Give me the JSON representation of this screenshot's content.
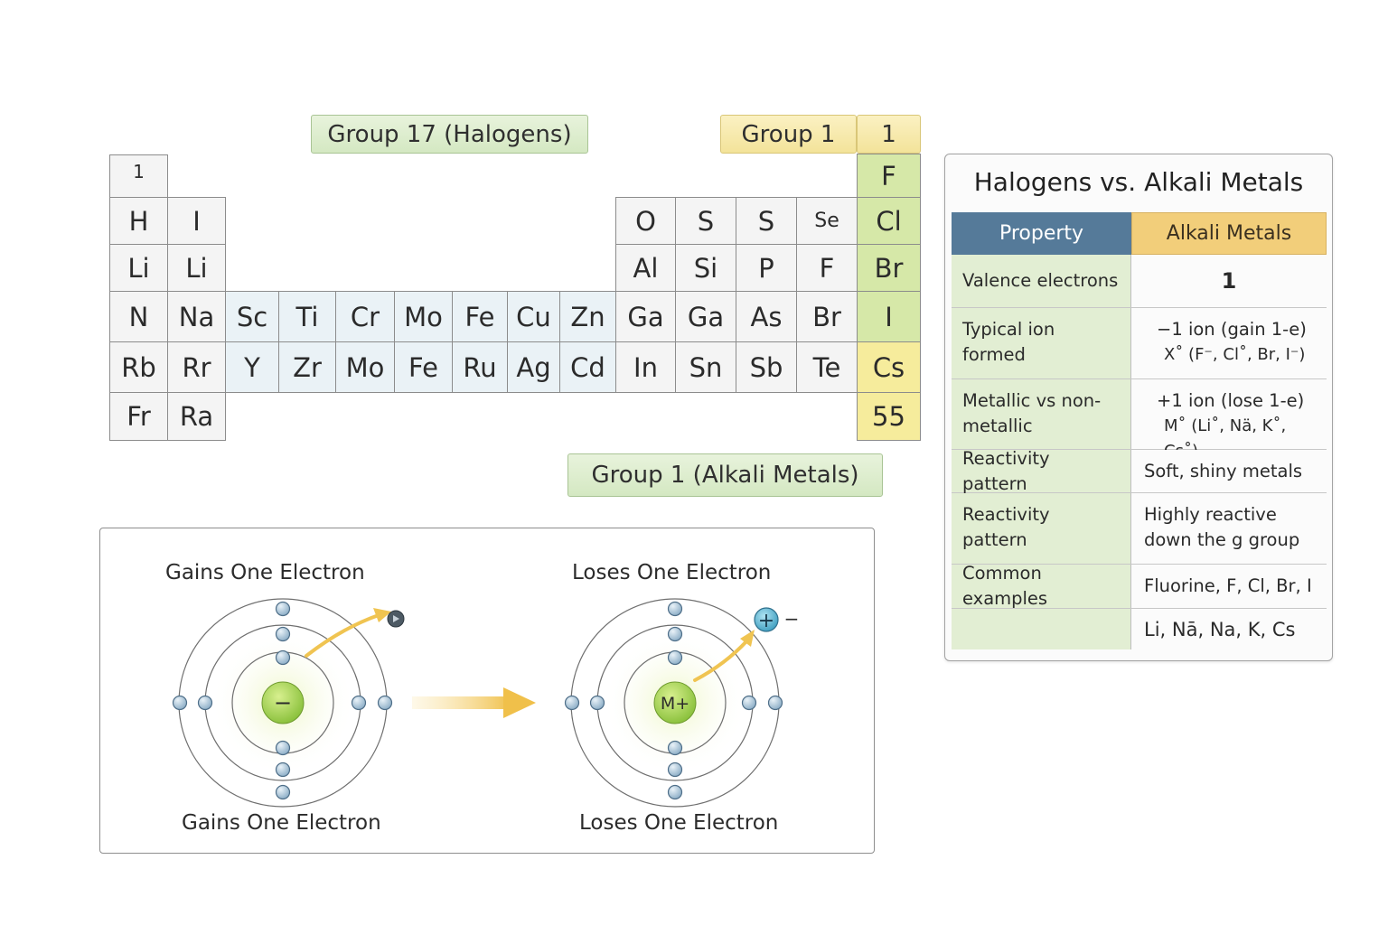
{
  "labels": {
    "group17": "Group 17 (Halogens)",
    "group1_top": "Group 1",
    "group1_top_num": "1",
    "group1_bottom": "Group 1 (Alkali Metals)"
  },
  "periodic_table": {
    "corner_number": "1",
    "left_block": [
      [
        "H",
        "I"
      ],
      [
        "Li",
        "Li"
      ],
      [
        "N",
        "Na"
      ],
      [
        "Rb",
        "Rr"
      ],
      [
        "Fr",
        "Ra"
      ]
    ],
    "transition_row_4": [
      "Sc",
      "Ti",
      "Cr",
      "Mo",
      "Fe",
      "Cu",
      "Zn"
    ],
    "transition_row_5": [
      "Y",
      "Zr",
      "Mo",
      "Fe",
      "Ru",
      "Ag",
      "Cd"
    ],
    "p_block": [
      [
        "O",
        "S",
        "S",
        "Se"
      ],
      [
        "Al",
        "Si",
        "P",
        "F"
      ],
      [
        "Ga",
        "Ga",
        "As",
        "Br"
      ],
      [
        "In",
        "Sn",
        "Sb",
        "Te"
      ]
    ],
    "right_column": [
      "F",
      "Cl",
      "Br",
      "I",
      "Cs",
      "55"
    ],
    "colors": {
      "halogen": "#d6e8a8",
      "alkali": "#f6ec9c",
      "transition": "#eaf2f6",
      "default": "#f4f4f4"
    }
  },
  "comparison": {
    "title": "Halogens vs. Alkali Metals",
    "header_property": "Property",
    "header_alkali": "Alkali Metals",
    "rows": [
      {
        "property": "Valence electrons",
        "value_line1": "1",
        "value_line2": ""
      },
      {
        "property": "Typical ion formed",
        "value_line1": "−1  ion (gain 1-e)",
        "value_line2": "X˚  (F⁻, Cl˚, Br, I⁻)"
      },
      {
        "property": "Metallic vs non-metallic",
        "value_line1": "+1  ion (lose 1-e)",
        "value_line2": "M˚  (Li˚, Nä, K˚, Cs˚)"
      },
      {
        "property": "Reactivity pattern",
        "value_line1": "Soft, shiny metals",
        "value_line2": ""
      },
      {
        "property": "Reactivity pattern",
        "value_line1": "Highly reactive",
        "value_line2": "down the g group"
      },
      {
        "property": "Common examples",
        "value_line1": "Fluorine, F, Cl, Br, I",
        "value_line2": ""
      },
      {
        "property": "",
        "value_line1": "Li, Nā, Na, K, Cs",
        "value_line2": ""
      }
    ]
  },
  "atoms": {
    "left_title": "Gains One Electron",
    "left_caption": "Gains One Electron",
    "left_nucleus": "−",
    "right_title": "Loses One Electron",
    "right_caption": "Loses One Electron",
    "right_nucleus": "M+",
    "released_symbol": "+",
    "released_sign": "−"
  }
}
